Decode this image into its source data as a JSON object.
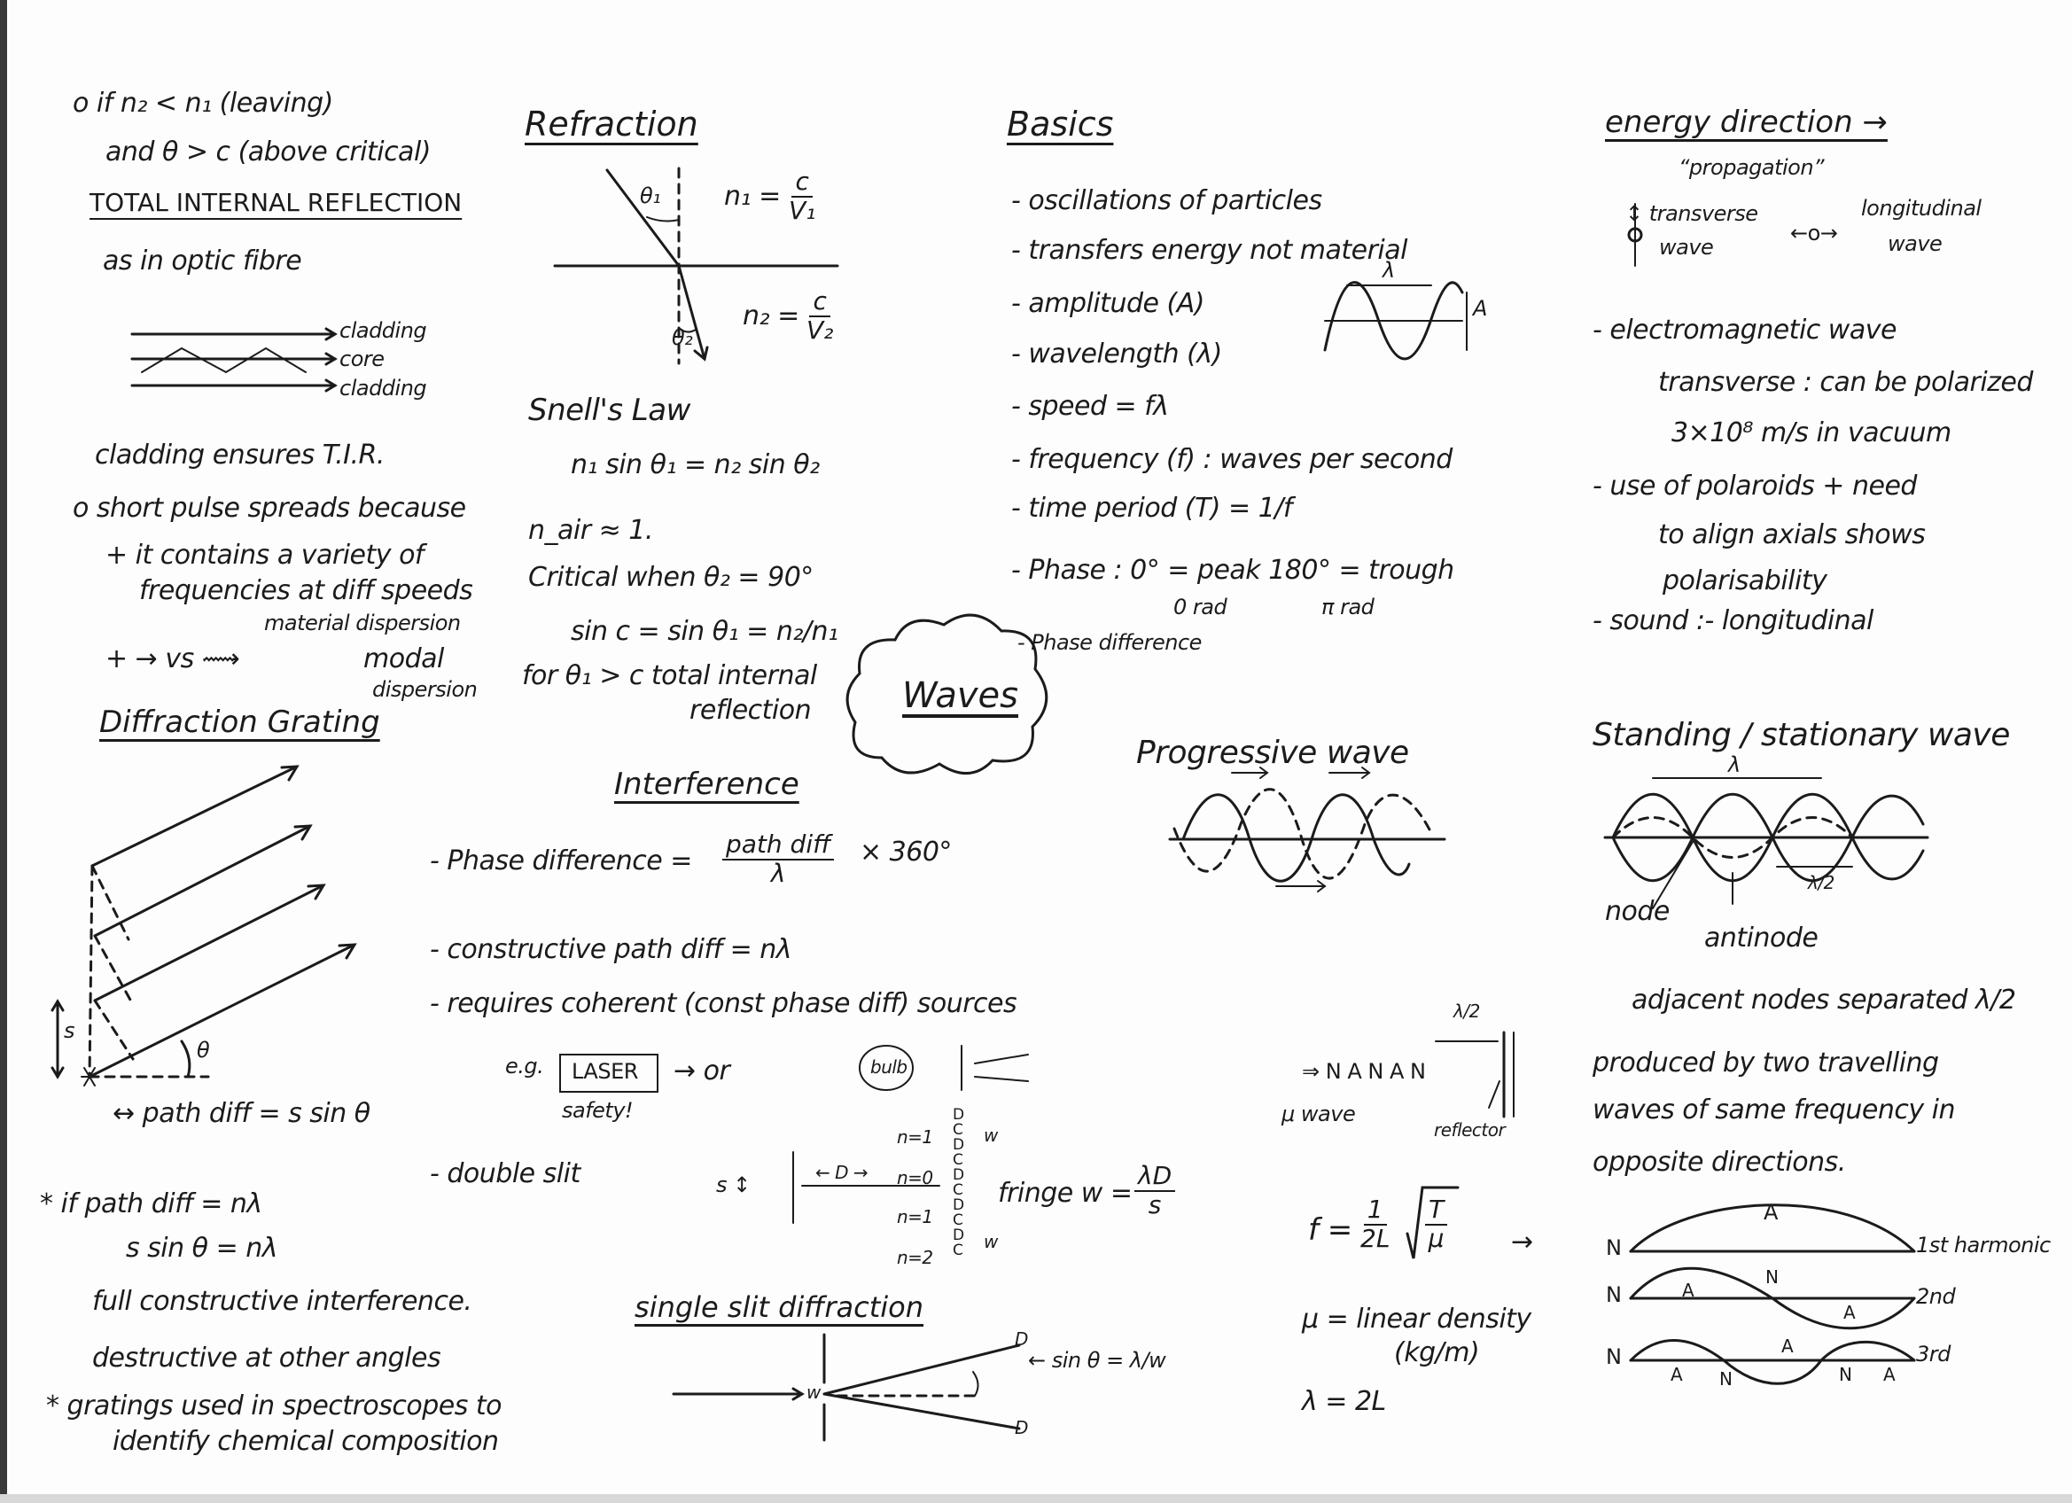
{
  "tir": {
    "line1": "o if n₂ < n₁ (leaving)",
    "line2": "and θ > c (above critical)",
    "heading": "TOTAL INTERNAL REFLECTION",
    "line3": "as in optic fibre",
    "fibre_labels": [
      "cladding",
      "core",
      "cladding"
    ],
    "line4": "cladding ensures T.I.R.",
    "pulse": "o short pulse spreads because",
    "reason1a": "+ it contains a variety of",
    "reason1b": "frequencies at diff speeds",
    "reason1c": "material dispersion",
    "reason2": "+ → vs ⟿",
    "reason2a": "modal",
    "reason2b": "dispersion"
  },
  "grating": {
    "heading": "Diffraction Grating",
    "s_label": "s",
    "theta": "θ",
    "path": "↔ path diff = s sin θ",
    "cond1": "* if path diff = nλ",
    "cond2": "s sin θ = nλ",
    "line3": "full constructive interference.",
    "line4": "destructive at other angles",
    "line5": "* gratings used in spectroscopes to",
    "line6": "identify chemical composition"
  },
  "refraction": {
    "heading": "Refraction",
    "theta1": "θ₁",
    "theta2": "θ₂",
    "n1_lhs": "n₁ =",
    "n1_num": "c",
    "n1_den": "V₁",
    "n2_lhs": "n₂ =",
    "n2_num": "c",
    "n2_den": "V₂",
    "snell": "Snell's Law",
    "snell_eq": "n₁ sin θ₁ = n₂ sin θ₂",
    "nair": "n_air ≈ 1.",
    "critical": "Critical when θ₂ = 90°",
    "sinc": "sin c = sin θ₁ = n₂/n₁",
    "tir1": "for θ₁ > c total internal",
    "tir2": "reflection"
  },
  "cloud": "Waves",
  "interference": {
    "heading": "Interference",
    "phase_lhs": "- Phase difference =",
    "phase_num": "path diff",
    "phase_den": "λ",
    "phase_rhs": "× 360°",
    "constructive": "- constructive   path diff = nλ",
    "coherent": "- requires coherent (const phase diff) sources",
    "eg": "e.g.",
    "laser": "LASER",
    "or": "→  or",
    "bulb": "bulb",
    "safety": "safety!",
    "double": "- double slit",
    "ds_s": "s ↕",
    "ds_D": "← D →",
    "orders": [
      "n=1",
      "n=0",
      "n=1",
      "n=2"
    ],
    "pattern": [
      "D",
      "C",
      "D",
      "C",
      "D",
      "C",
      "D",
      "C",
      "D",
      "C"
    ],
    "w": "w",
    "fringe": "fringe  w =",
    "fringe_num": "λD",
    "fringe_den": "s"
  },
  "single_slit": {
    "heading": "single slit diffraction",
    "w": "w",
    "D": "D",
    "eq": "← sin θ = λ/w"
  },
  "basics": {
    "heading": "Basics",
    "items": [
      "- oscillations of particles",
      "- transfers energy not material",
      "- amplitude (A)",
      "- wavelength (λ)",
      "- speed = fλ",
      "- frequency (f) : waves per second",
      "- time period (T) = 1/f",
      "- Phase : 0° = peak   180° = trough",
      "- Phase difference"
    ],
    "rad0": "0 rad",
    "radpi": "π rad",
    "lambda": "λ",
    "A": "A"
  },
  "progressive": {
    "heading": "Progressive wave"
  },
  "microwave": {
    "lambda2": "λ/2",
    "nodes": "⇒ N A N A N",
    "source": "μ wave",
    "reflector": "reflector"
  },
  "string": {
    "f_lhs": "f =",
    "f_num": "1",
    "f_den": "2L",
    "root_num": "T",
    "root_den": "μ",
    "arrow": "→",
    "mu": "μ = linear density",
    "mu_unit": "(kg/m)",
    "lambda": "λ = 2L"
  },
  "energy": {
    "heading": "energy direction →",
    "propagation": "“propagation”",
    "transverse": "↕ transverse",
    "transverse2": "wave",
    "longitudinal": "←o→",
    "longitudinal_label": "longitudinal",
    "longitudinal2": "wave",
    "em": "- electromagnetic wave",
    "em1": "transverse : can be polarized",
    "em2": "3×10⁸ m/s in vacuum",
    "pol1": "- use of polaroids + need",
    "pol2": "to align axials shows",
    "pol3": "polarisability",
    "sound": "- sound :- longitudinal"
  },
  "standing": {
    "heading": "Standing / stationary wave",
    "lambda": "λ",
    "half": "λ/2",
    "node": "node",
    "antinode": "antinode",
    "adjacent": "adjacent nodes separated λ/2",
    "prod1": "produced by two travelling",
    "prod2": "waves of same frequency in",
    "prod3": "opposite directions."
  },
  "harmonics": {
    "N": "N",
    "A": "A",
    "first": "1st harmonic",
    "second": "2nd",
    "third": "3rd"
  }
}
